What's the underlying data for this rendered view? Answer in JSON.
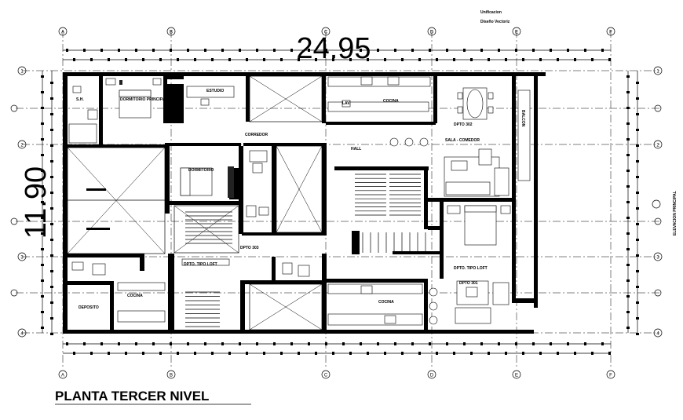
{
  "title": "PLANTA TERCER NIVEL",
  "dimensions": {
    "width": "24.95",
    "depth": "11.90"
  },
  "axes": {
    "columns": [
      "A",
      "B",
      "C",
      "D",
      "E",
      "F"
    ],
    "rows": [
      "1",
      "2",
      "3",
      "4"
    ]
  },
  "rooms": {
    "sh": "S.H.",
    "dormitorio_principal": "DORMITORIO PRINCIPAL",
    "estudio": "ESTUDIO",
    "dormitorio": "DORMITORIO",
    "corredor": "CORREDOR",
    "cocina_top": "COCINA",
    "hall": "HALL",
    "depto_302": "DPTO 302",
    "sala_comedor": "SALA - COMEDOR",
    "balcon": "BALCON",
    "depto_303": "DPTO 303",
    "depto_tipo_loft_a": "DPTO. TIPO LOFT",
    "depto_tipo_loft_b": "DPTO. TIPO LOFT",
    "depto_301": "DPTO 301",
    "deposito": "DEPOSITO",
    "cocina_left": "COCINA",
    "cocina_bottom": "COCINA",
    "lav": "LAV."
  },
  "elevation_label": "ELEVACION PRINCIPAL",
  "top_note": {
    "line1": "Unificacion",
    "line2": "Diseño Vectoriz"
  }
}
